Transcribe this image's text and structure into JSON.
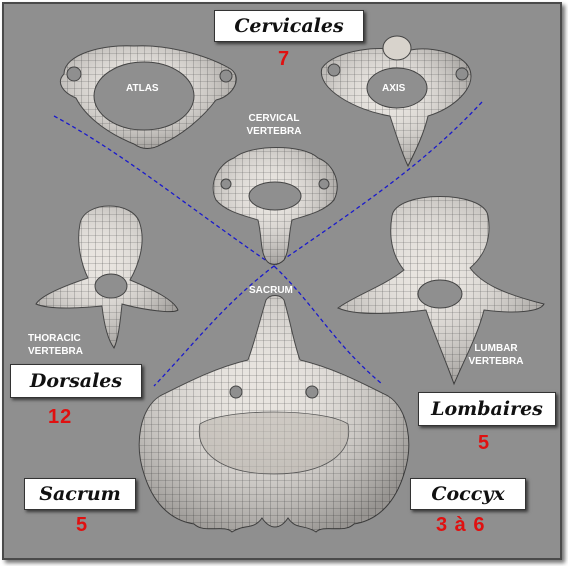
{
  "regions": {
    "cervicales": {
      "label": "Cervicales",
      "count": "7"
    },
    "dorsales": {
      "label": "Dorsales",
      "count": "12"
    },
    "lombaires": {
      "label": "Lombaires",
      "count": "5"
    },
    "sacrum": {
      "label": "Sacrum",
      "count": "5"
    },
    "coccyx": {
      "label": "Coccyx",
      "count": "3 à 6"
    }
  },
  "bone_labels": {
    "atlas": "ATLAS",
    "axis": "AXIS",
    "cervical_1": "CERVICAL",
    "cervical_2": "VERTEBRA",
    "thoracic_1": "THORACIC",
    "thoracic_2": "VERTEBRA",
    "lumbar_1": "LUMBAR",
    "lumbar_2": "VERTEBRA",
    "sacrum": "SACRUM"
  },
  "colors": {
    "background": "#8f8f8f",
    "bone": "#e8e4df",
    "mesh": "#555555",
    "divider": "#1a1acc",
    "count": "#e01010"
  }
}
